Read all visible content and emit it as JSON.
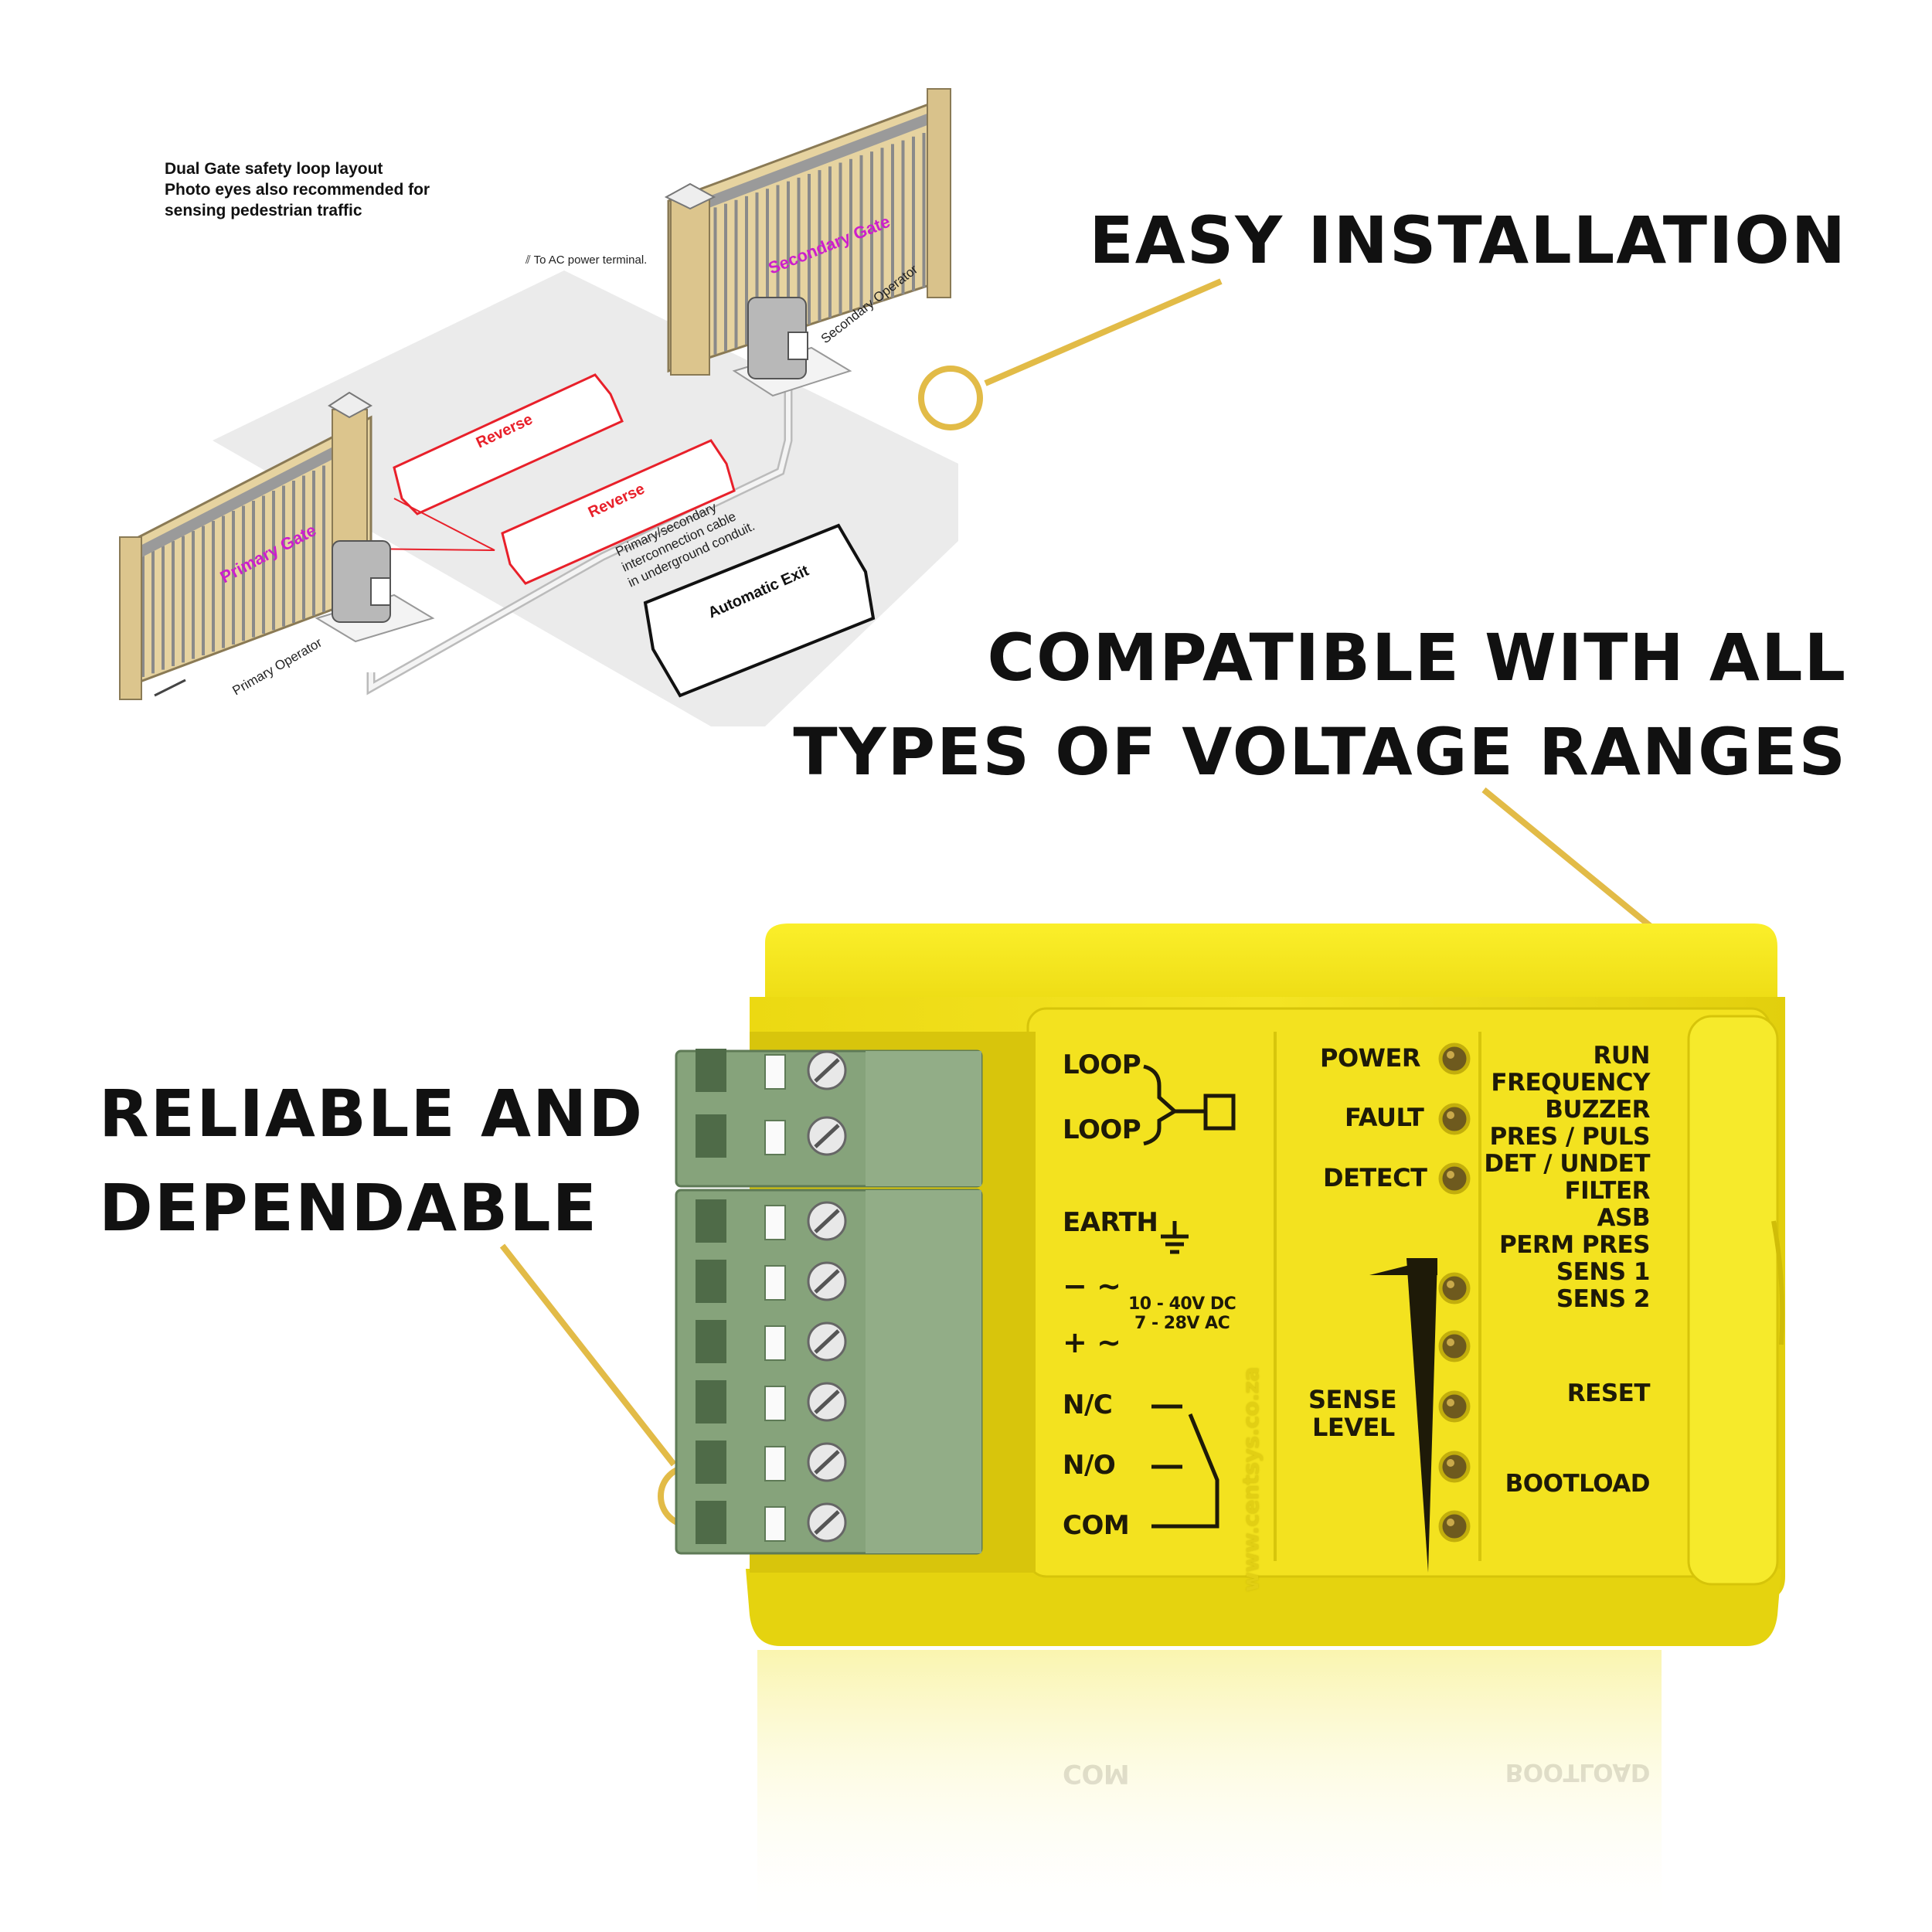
{
  "features": {
    "easy_installation": "EASY INSTALLATION",
    "compatible_line1": "COMPATIBLE WITH ALL",
    "compatible_line2": "TYPES OF VOLTAGE RANGES",
    "reliable_line1": "RELIABLE AND",
    "reliable_line2": "DEPENDABLE"
  },
  "diagram": {
    "caption_line1": "Dual Gate safety loop layout",
    "caption_line2": "Photo eyes also recommended  for",
    "caption_line3": "sensing pedestrian traffic",
    "ac_power": "To AC power terminal.",
    "secondary_gate": "Secondary Gate",
    "primary_gate": "Primary Gate",
    "secondary_operator": "Secondary Operator",
    "primary_operator": "Primary Operator",
    "reverse_1": "Reverse",
    "reverse_2": "Reverse",
    "cable_line1": "Primary/secondary",
    "cable_line2": "interconnection cable",
    "cable_line3": "in underground conduit.",
    "automatic_exit": "Automatic Exit"
  },
  "device": {
    "loop_1": "LOOP",
    "loop_2": "LOOP",
    "earth": "EARTH",
    "minus": "−",
    "plus": "+",
    "volt_dc": "10 - 40V DC",
    "volt_ac": "7 - 28V AC",
    "nc": "N/C",
    "no": "N/O",
    "com": "COM",
    "website": "www.centsys.co.za",
    "power": "POWER",
    "fault": "FAULT",
    "detect": "DETECT",
    "sense": "SENSE",
    "level": "LEVEL",
    "run": "RUN",
    "frequency": "FREQUENCY",
    "buzzer": "BUZZER",
    "pres_puls": "PRES / PULS",
    "det_undet": "DET / UNDET",
    "filter": "FILTER",
    "asb": "ASB",
    "perm_pres": "PERM PRES",
    "sens1": "SENS 1",
    "sens2": "SENS 2",
    "reset": "RESET",
    "bootload": "BOOTLOAD",
    "reflect_com": "COM",
    "reflect_bootload": "BOOTLOAD"
  },
  "colors": {
    "accent_gold": "#e8bf4a",
    "device_yellow": "#f0e21a",
    "terminal_green": "#7f9e74",
    "text_dark": "#111111",
    "loop_red": "#e8202a",
    "gate_label": "#cc1fcc"
  }
}
